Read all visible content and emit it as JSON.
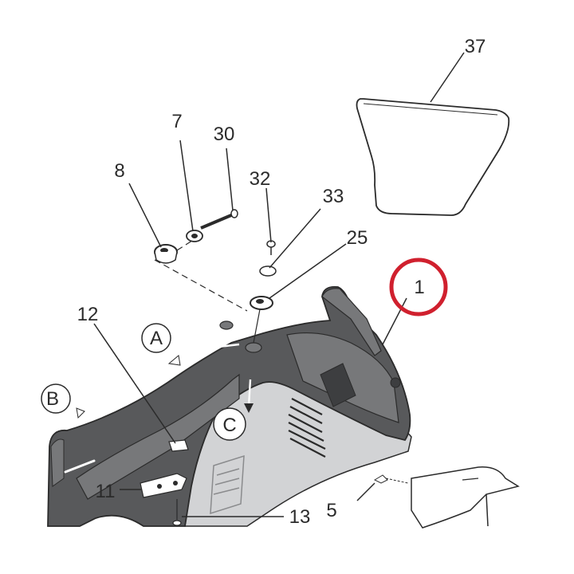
{
  "labels": {
    "p37": "37",
    "p7": "7",
    "p30": "30",
    "p8": "8",
    "p32": "32",
    "p33": "33",
    "p25": "25",
    "p1": "1",
    "p12": "12",
    "p11": "11",
    "p13": "13",
    "p5": "5"
  },
  "views": {
    "a": "A",
    "b": "B",
    "c": "C"
  },
  "colors": {
    "body_dark": "#58595b",
    "body_mid": "#77787a",
    "panel_light": "#d2d3d5",
    "line": "#2b2b2b",
    "highlight": "#d0202e"
  }
}
